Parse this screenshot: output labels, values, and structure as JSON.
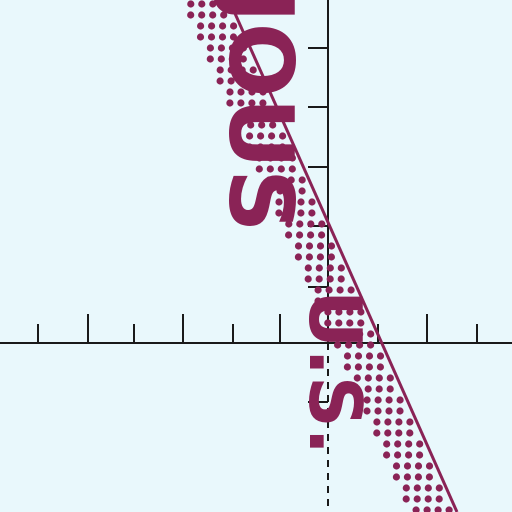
{
  "colors": {
    "background": "#e9f8fc",
    "axis": "#1a1a1a",
    "accent": "#8a2356"
  },
  "graph": {
    "boundary_line": "solid",
    "shading": "dotted"
  },
  "decorative_text": {
    "line1": "JOUS",
    "line2": "U.S."
  }
}
